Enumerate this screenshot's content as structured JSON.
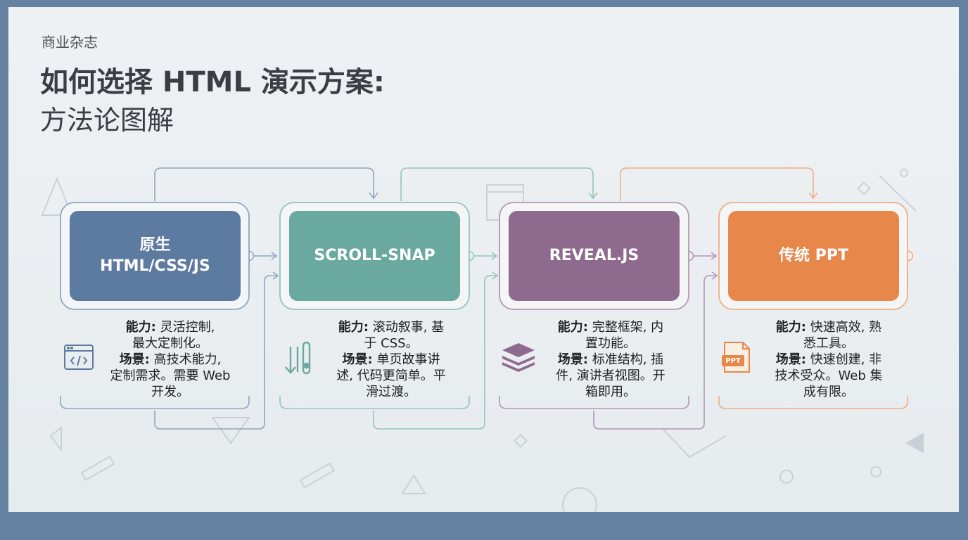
{
  "header": {
    "magazine": "商业杂志",
    "title": "如何选择 HTML 演示方案:",
    "subtitle": "方法论图解"
  },
  "steps": [
    {
      "title_line1": "原生",
      "title_line2": "HTML/CSS/JS",
      "color": "#5d7aa0",
      "border": "#8fa6bf",
      "icon": "code-window-icon",
      "ability_label": "能力:",
      "ability_l1": "灵活控制,",
      "ability_l2": "最大定制化。",
      "scene_label": "场景:",
      "scene_l1": "高技术能力,",
      "scene_l2": "定制需求。需要 Web",
      "scene_l3": "开发。"
    },
    {
      "title_line1": "SCROLL-SNAP",
      "title_line2": "",
      "color": "#6aa9a0",
      "border": "#93c3bb",
      "icon": "scroll-snap-icon",
      "ability_label": "能力:",
      "ability_l1": "滚动叙事, 基",
      "ability_l2": "于 CSS。",
      "scene_label": "场景:",
      "scene_l1": "单页故事讲",
      "scene_l2": "述, 代码更简单。平",
      "scene_l3": "滑过渡。"
    },
    {
      "title_line1": "REVEAL.JS",
      "title_line2": "",
      "color": "#8f6a8f",
      "border": "#b496b4",
      "icon": "layers-icon",
      "ability_label": "能力:",
      "ability_l1": "完整框架, 内",
      "ability_l2": "置功能。",
      "scene_label": "场景:",
      "scene_l1": "标准结构, 插",
      "scene_l2": "件, 演讲者视图。开",
      "scene_l3": "箱即用。"
    },
    {
      "title_line1": "传统 PPT",
      "title_line2": "",
      "color": "#e8874a",
      "border": "#efad82",
      "icon": "ppt-file-icon",
      "icon_text": "PPT",
      "ability_label": "能力:",
      "ability_l1": "快速高效, 熟",
      "ability_l2": "悉工具。",
      "scene_label": "场景:",
      "scene_l1": "快速创建, 非",
      "scene_l2": "技术受众。Web 集",
      "scene_l3": "成有限。"
    }
  ]
}
